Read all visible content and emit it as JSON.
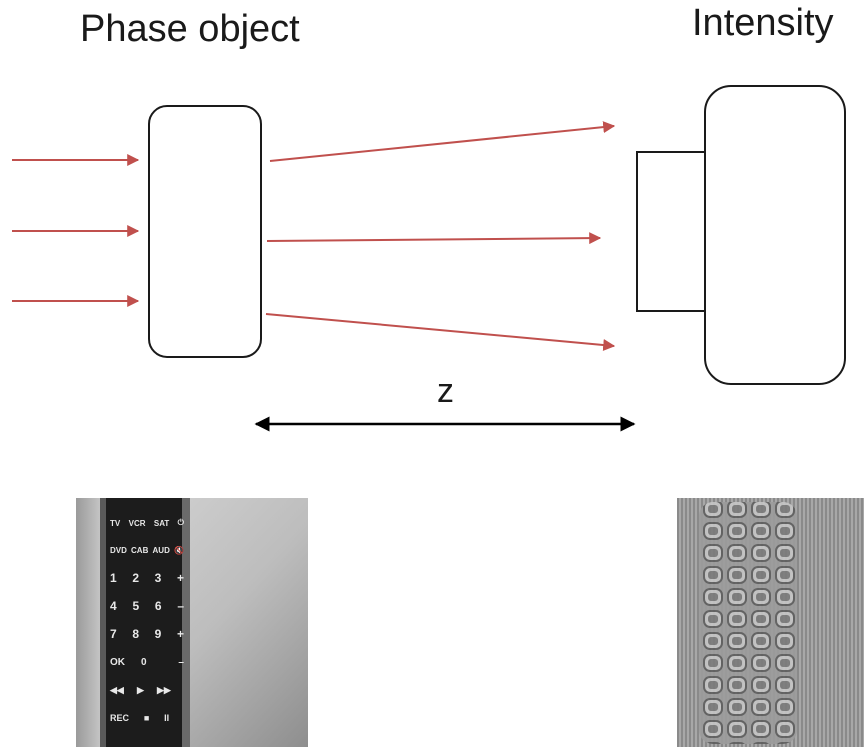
{
  "labels": {
    "phase_object": "Phase object",
    "intensity": "Intensity",
    "distance": "z"
  },
  "colors": {
    "ray": "#c0504d",
    "outline": "#1a1a1a",
    "arrow": "#000000"
  },
  "remote_buttons": {
    "row1": [
      "TV",
      "VCR",
      "SAT",
      "⏻"
    ],
    "row2": [
      "DVD",
      "CAB",
      "AUD",
      "🔇"
    ],
    "row3": [
      "1",
      "2",
      "3",
      "+"
    ],
    "row4": [
      "4",
      "5",
      "6",
      "–"
    ],
    "row5": [
      "7",
      "8",
      "9",
      "+"
    ],
    "row6": [
      "OK",
      "0",
      "",
      "–"
    ],
    "row7": [
      "◀◀",
      "▶",
      "▶▶",
      ""
    ],
    "row8": [
      "REC",
      "■",
      "II",
      ""
    ]
  }
}
